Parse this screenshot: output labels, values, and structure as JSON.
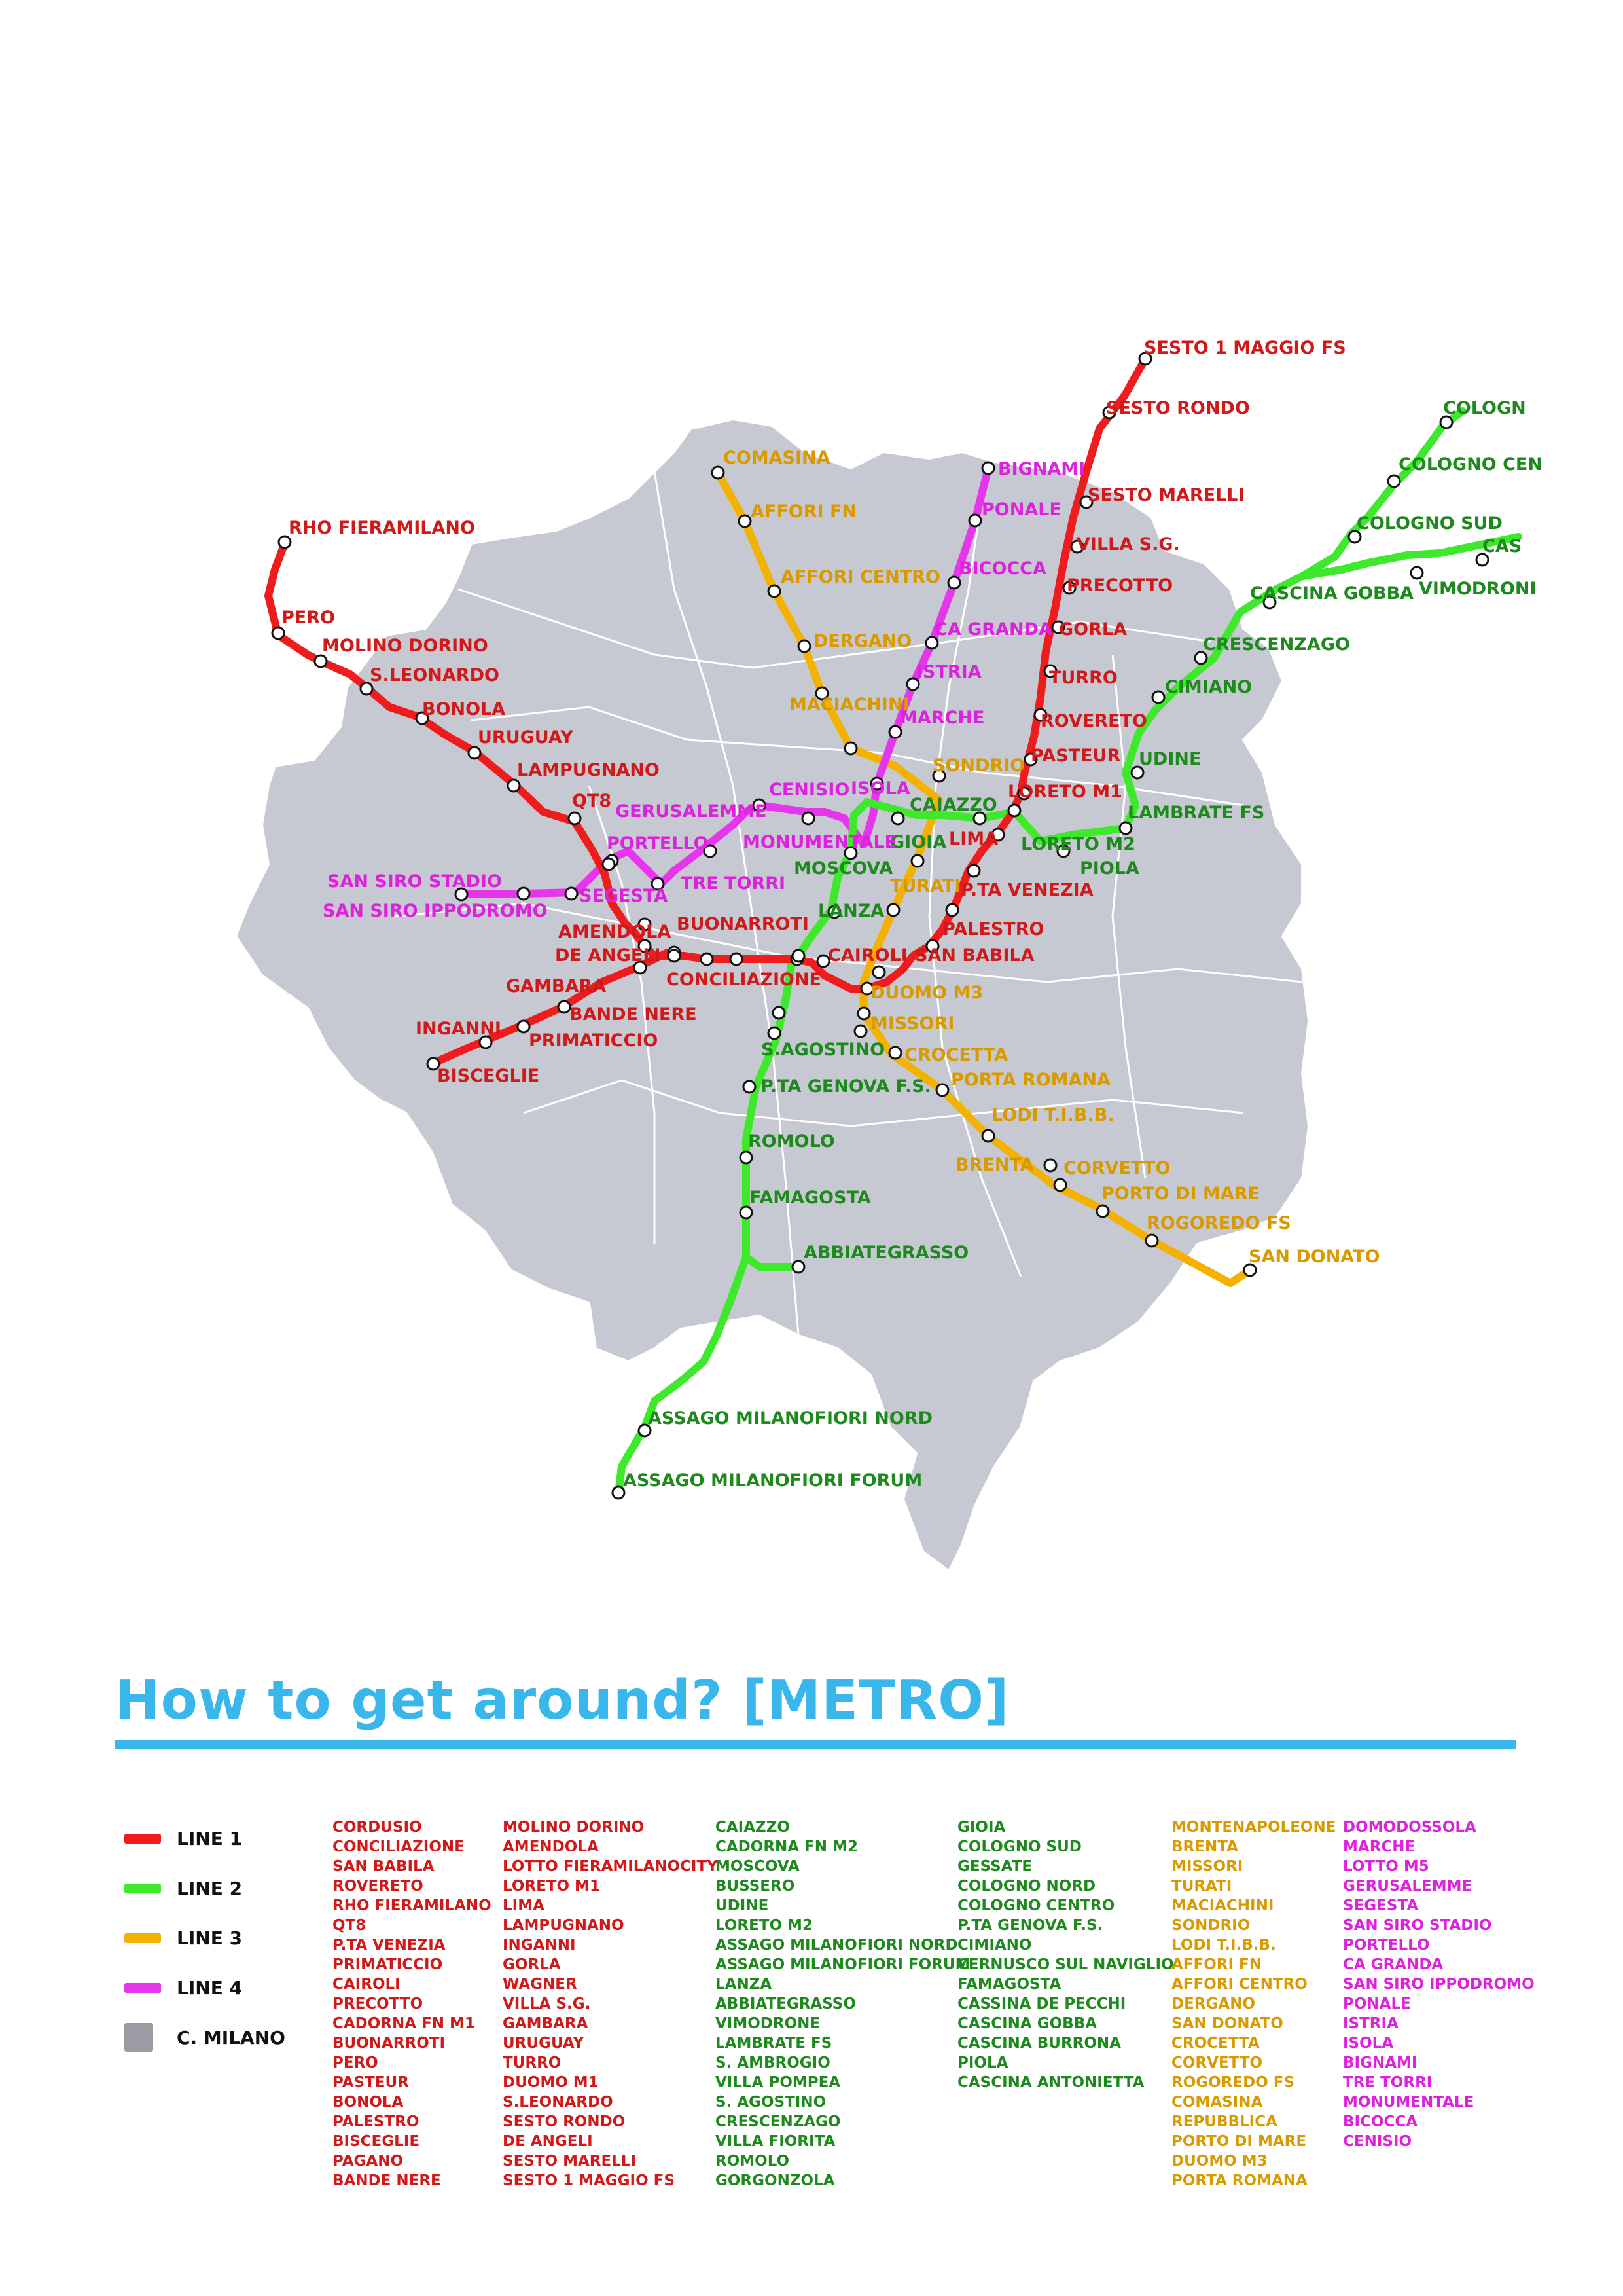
{
  "colors": {
    "line1": "#ee1c1c",
    "line2": "#3ee82a",
    "line3": "#f5b100",
    "line4": "#e636ec",
    "milano": "#c6c8d2",
    "title": "#39b7ea",
    "label1": "#d11919",
    "label2": "#1e8a1e",
    "label3": "#d99a00",
    "label4": "#dc22dc"
  },
  "title": "How to get around? [METRO]",
  "legend": [
    {
      "label": "LINE 1",
      "color": "#ee1c1c"
    },
    {
      "label": "LINE 2",
      "color": "#3ee82a"
    },
    {
      "label": "LINE 3",
      "color": "#f5b100"
    },
    {
      "label": "LINE 4",
      "color": "#e636ec"
    },
    {
      "label": "C. MILANO",
      "color": "#9b9ba3",
      "icon": "square-icon"
    }
  ],
  "map_labels": {
    "line1": [
      "SESTO 1 MAGGIO FS",
      "SESTO RONDO",
      "SESTO MARELLI",
      "VILLA S.G.",
      "PRECOTTO",
      "GORLA",
      "TURRO",
      "ROVERETO",
      "PASTEUR",
      "LORETO M1",
      "LIMA",
      "P.TA VENEZIA",
      "PALESTRO",
      "SAN BABILA",
      "CAIROLI",
      "CONCILIAZIONE",
      "BUONARROTI",
      "AMENDOLA",
      "DE ANGELI",
      "GAMBARA",
      "BANDE NERE",
      "PRIMATICCIO",
      "INGANNI",
      "BISCEGLIE",
      "QT8",
      "LAMPUGNANO",
      "URUGUAY",
      "BONOLA",
      "S.LEONARDO",
      "MOLINO DORINO",
      "PERO",
      "RHO FIERAMILANO"
    ],
    "line2": [
      "COLOGN",
      "COLOGNO CEN",
      "COLOGNO SUD",
      "CAS",
      "VIMODRONI",
      "CASCINA GOBBA",
      "CRESCENZAGO",
      "CIMIANO",
      "UDINE",
      "LAMBRATE FS",
      "PIOLA",
      "LORETO M2",
      "CAIAZZO",
      "GIOIA",
      "MOSCOVA",
      "LANZA",
      "S.AGOSTINO",
      "P.TA GENOVA F.S.",
      "ROMOLO",
      "FAMAGOSTA",
      "ABBIATEGRASSO",
      "ASSAGO MILANOFIORI NORD",
      "ASSAGO MILANOFIORI FORUM"
    ],
    "line3": [
      "COMASINA",
      "AFFORI FN",
      "AFFORI CENTRO",
      "DERGANO",
      "MACIACHINI",
      "SONDRIO",
      "TURATI",
      "DUOMO M3",
      "MISSORI",
      "CROCETTA",
      "PORTA ROMANA",
      "LODI T.I.B.B.",
      "BRENTA",
      "CORVETTO",
      "PORTO DI MARE",
      "ROGOREDO FS",
      "SAN DONATO"
    ],
    "line4": [
      "BIGNAMI",
      "PONALE",
      "BICOCCA",
      "CA GRANDA",
      "ISTRIA",
      "MARCHE",
      "ISOLA",
      "CENISIO",
      "GERUSALEMME",
      "MONUMENTALE",
      "PORTELLO",
      "TRE TORRI",
      "SAN SIRO STADIO",
      "SAN SIRO IPPODROMO",
      "SEGESTA"
    ]
  },
  "stations_columns": [
    {
      "line": "line1",
      "items": [
        "CORDUSIO",
        "CONCILIAZIONE",
        "SAN BABILA",
        "ROVERETO",
        "RHO FIERAMILANO",
        "QT8",
        "P.TA VENEZIA",
        "PRIMATICCIO",
        "CAIROLI",
        "PRECOTTO",
        "CADORNA FN M1",
        "BUONARROTI",
        "PERO",
        "PASTEUR",
        "BONOLA",
        "PALESTRO",
        "BISCEGLIE",
        "PAGANO",
        "BANDE NERE"
      ]
    },
    {
      "line": "line1",
      "items": [
        "MOLINO DORINO",
        "AMENDOLA",
        "LOTTO FIERAMILANOCITY",
        "LORETO M1",
        "LIMA",
        "LAMPUGNANO",
        "INGANNI",
        "GORLA",
        "WAGNER",
        "VILLA S.G.",
        "GAMBARA",
        "URUGUAY",
        "TURRO",
        "DUOMO M1",
        "S.LEONARDO",
        "SESTO RONDO",
        "DE ANGELI",
        "SESTO MARELLI",
        "SESTO 1 MAGGIO FS"
      ]
    },
    {
      "line": "line2",
      "items": [
        "CAIAZZO",
        "CADORNA FN M2",
        "MOSCOVA",
        "BUSSERO",
        "UDINE",
        "LORETO M2",
        "ASSAGO MILANOFIORI NORD",
        "ASSAGO MILANOFIORI FORUM",
        "LANZA",
        "ABBIATEGRASSO",
        "VIMODRONE",
        "LAMBRATE FS",
        "S. AMBROGIO",
        "VILLA POMPEA",
        "S. AGOSTINO",
        "CRESCENZAGO",
        "VILLA FIORITA",
        "ROMOLO",
        "GORGONZOLA"
      ]
    },
    {
      "line": "line2",
      "items": [
        "GIOIA",
        "COLOGNO SUD",
        "GESSATE",
        "COLOGNO NORD",
        "COLOGNO CENTRO",
        "P.TA GENOVA F.S.",
        "CIMIANO",
        "CERNUSCO SUL NAVIGLIO",
        "FAMAGOSTA",
        "CASSINA DE PECCHI",
        "CASCINA GOBBA",
        "CASCINA BURRONA",
        "PIOLA",
        "CASCINA ANTONIETTA"
      ]
    },
    {
      "line": "line3",
      "items": [
        "MONTENAPOLEONE",
        "BRENTA",
        "MISSORI",
        "TURATI",
        "MACIACHINI",
        "SONDRIO",
        "LODI T.I.B.B.",
        "AFFORI FN",
        "AFFORI CENTRO",
        "DERGANO",
        "SAN DONATO",
        "CROCETTA",
        "CORVETTO",
        "ROGOREDO FS",
        "COMASINA",
        "REPUBBLICA",
        "PORTO DI MARE",
        "DUOMO M3",
        "PORTA ROMANA"
      ]
    },
    {
      "line": "line4",
      "items": [
        "DOMODOSSOLA",
        "MARCHE",
        "LOTTO M5",
        "GERUSALEMME",
        "SEGESTA",
        "SAN SIRO STADIO",
        "PORTELLO",
        "CA GRANDA",
        "SAN SIRO IPPODROMO",
        "PONALE",
        "ISTRIA",
        "ISOLA",
        "BIGNAMI",
        "TRE TORRI",
        "MONUMENTALE",
        "BICOCCA",
        "CENISIO"
      ]
    }
  ]
}
